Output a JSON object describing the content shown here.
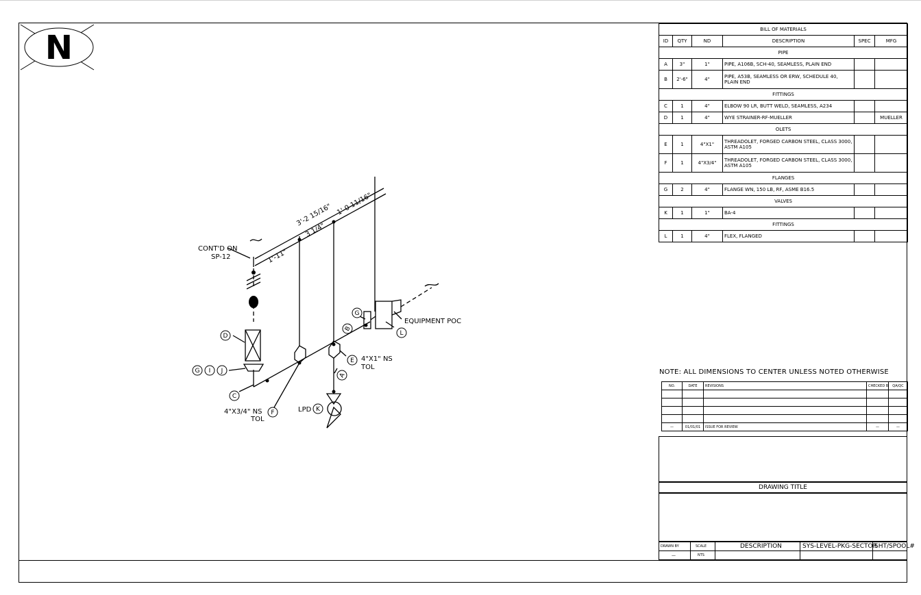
{
  "north_arrow": {
    "letter": "N"
  },
  "bom": {
    "title": "BILL OF MATERIALS",
    "headers": {
      "id": "ID",
      "qty": "QTY",
      "nd": "ND",
      "description": "DESCRIPTION",
      "spec": "SPEC",
      "mfg": "MFG"
    },
    "sections": {
      "pipe": "PIPE",
      "fittings": "FITTINGS",
      "olets": "OLETS",
      "flanges": "FLANGES",
      "valves": "VALVES",
      "fittings2": "FITTINGS"
    },
    "rows": [
      {
        "id": "A",
        "qty": "3\"",
        "nd": "1\"",
        "description": "PIPE, A106B, SCH-40, SEAMLESS, PLAIN END",
        "spec": "",
        "mfg": ""
      },
      {
        "id": "B",
        "qty": "2'-6\"",
        "nd": "4\"",
        "description": "PIPE, A53B, SEAMLESS OR ERW, SCHEDULE 40, PLAIN END",
        "spec": "",
        "mfg": ""
      },
      {
        "id": "C",
        "qty": "1",
        "nd": "4\"",
        "description": "ELBOW 90 LR, BUTT WELD, SEAMLESS, A234",
        "spec": "",
        "mfg": ""
      },
      {
        "id": "D",
        "qty": "1",
        "nd": "4\"",
        "description": "WYE STRAINER-RF-MUELLER",
        "spec": "",
        "mfg": "MUELLER"
      },
      {
        "id": "E",
        "qty": "1",
        "nd": "4\"X1\"",
        "description": "THREADOLET, FORGED CARBON STEEL, CLASS 3000, ASTM A105",
        "spec": "",
        "mfg": ""
      },
      {
        "id": "F",
        "qty": "1",
        "nd": "4\"X3/4\"",
        "description": "THREADOLET, FORGED CARBON STEEL, CLASS 3000, ASTM A105",
        "spec": "",
        "mfg": ""
      },
      {
        "id": "G",
        "qty": "2",
        "nd": "4\"",
        "description": "FLANGE WN, 150 LB, RF, ASME B16.5",
        "spec": "",
        "mfg": ""
      },
      {
        "id": "K",
        "qty": "1",
        "nd": "1\"",
        "description": "BA-4",
        "spec": "",
        "mfg": ""
      },
      {
        "id": "L",
        "qty": "1",
        "nd": "4\"",
        "description": "FLEX, FLANGED",
        "spec": "",
        "mfg": ""
      }
    ]
  },
  "note": "NOTE: ALL DIMENSIONS TO CENTER UNLESS NOTED OTHERWISE",
  "revisions": {
    "headers": {
      "no": "NO.",
      "date": "DATE",
      "revisions": "REVISIONS",
      "checked_by": "CHECKED BY",
      "qa_qc": "QA/QC"
    },
    "entry": {
      "no": "—",
      "date": "01/01/01",
      "revisions": "ISSUE FOR REVIEW",
      "checked_by": "—",
      "qa_qc": "—"
    }
  },
  "title_block": {
    "drawing_title": "DRAWING TITLE",
    "drawn_by_label": "DRAWN BY",
    "scale_label": "SCALE",
    "description_label": "DESCRIPTION",
    "code": "SYS-LEVEL-PKG-SECTOR",
    "sheet": "SHT/SPOOL#",
    "drawn_by": "—",
    "scale": "NTS"
  },
  "isometric": {
    "dim_overall": "3'-2 15/16\"",
    "dim_a": "1'-11\"",
    "dim_b": "3 1/4\"",
    "dim_c": "1'-0 11/16\"",
    "contd_line1": "CONT'D ON",
    "contd_line2": "SP-12",
    "equipment_poc": "EQUIPMENT POC",
    "olet_e_line1": "4\"X1\" NS",
    "olet_e_line2": "TOL",
    "olet_f_line1": "4\"X3/4\" NS",
    "olet_f_line2": "TOL",
    "lpd": "LPD",
    "callouts": {
      "a": "A",
      "b": "B",
      "c": "C",
      "d": "D",
      "e": "E",
      "f": "F",
      "g": "G",
      "i": "I",
      "j": "J",
      "k": "K",
      "l": "L"
    }
  }
}
